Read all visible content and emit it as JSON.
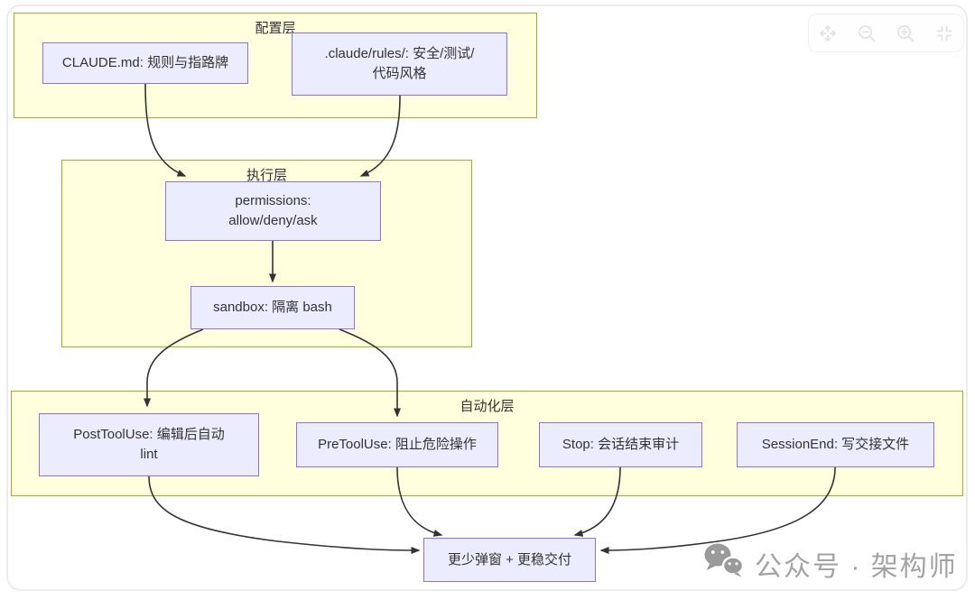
{
  "diagram": {
    "layers": {
      "config": {
        "label": "配置层"
      },
      "exec": {
        "label": "执行层"
      },
      "auto": {
        "label": "自动化层"
      }
    },
    "nodes": {
      "claude_md": {
        "lines": [
          "CLAUDE.md: 规则与指路牌"
        ]
      },
      "rules": {
        "lines": [
          ".claude/rules/: 安全/测试/",
          "代码风格"
        ]
      },
      "permissions": {
        "lines": [
          "permissions:",
          "allow/deny/ask"
        ]
      },
      "sandbox": {
        "lines": [
          "sandbox: 隔离 bash"
        ]
      },
      "post_tool_use": {
        "lines": [
          "PostToolUse: 编辑后自动",
          "lint"
        ]
      },
      "pre_tool_use": {
        "lines": [
          "PreToolUse: 阻止危险操作"
        ]
      },
      "stop": {
        "lines": [
          "Stop: 会话结束审计"
        ]
      },
      "session_end": {
        "lines": [
          "SessionEnd: 写交接文件"
        ]
      },
      "result": {
        "lines": [
          "更少弹窗 + 更稳交付"
        ]
      }
    },
    "edges": [
      {
        "from": "claude_md",
        "to": "permissions"
      },
      {
        "from": "rules",
        "to": "permissions"
      },
      {
        "from": "permissions",
        "to": "sandbox"
      },
      {
        "from": "sandbox",
        "to": "post_tool_use"
      },
      {
        "from": "sandbox",
        "to": "pre_tool_use"
      },
      {
        "from": "post_tool_use",
        "to": "result"
      },
      {
        "from": "pre_tool_use",
        "to": "result"
      },
      {
        "from": "stop",
        "to": "result"
      },
      {
        "from": "session_end",
        "to": "result"
      }
    ],
    "colors": {
      "node_fill": "#ECECFF",
      "node_border": "#9370DB",
      "layer_fill": "#FFFFDE",
      "layer_border": "#AAAA33",
      "edge": "#333333",
      "text": "#333333"
    }
  },
  "toolbar": {
    "icons": [
      "pan-icon",
      "zoom-out-icon",
      "zoom-in-icon",
      "fit-view-icon"
    ]
  },
  "watermark": {
    "text": "公众号 · 架构师",
    "color": "#A3A3A3"
  }
}
